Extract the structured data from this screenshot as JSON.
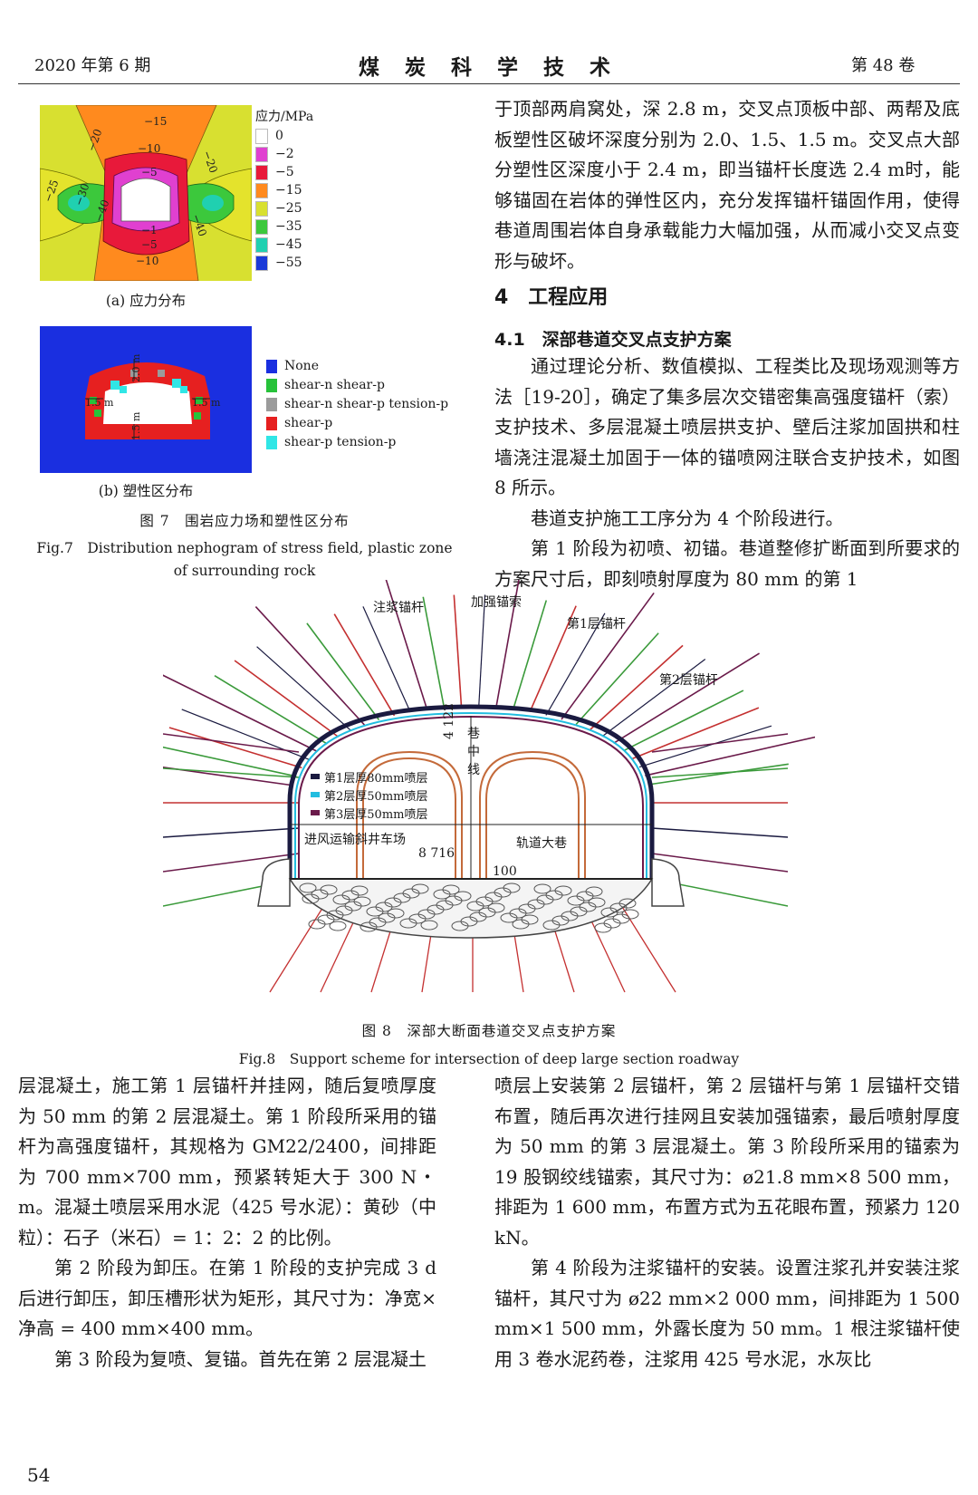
{
  "header": {
    "left": "2020 年第 6 期",
    "center": "煤 炭 科 学 技 术",
    "right": "第 48 卷"
  },
  "fig7": {
    "panel_a": {
      "caption": "(a) 应力分布",
      "legend_title": "应力/MPa",
      "legend": [
        {
          "value": "0",
          "color": "#ffffff"
        },
        {
          "value": "−2",
          "color": "#e040d0"
        },
        {
          "value": "−5",
          "color": "#e8193a"
        },
        {
          "value": "−15",
          "color": "#ff8a1e"
        },
        {
          "value": "−25",
          "color": "#d8e030"
        },
        {
          "value": "−35",
          "color": "#3cc83c"
        },
        {
          "value": "−45",
          "color": "#20d0b0"
        },
        {
          "value": "−55",
          "color": "#1a3ad8"
        }
      ],
      "contour_labels": [
        "−15",
        "−10",
        "−20",
        "−20",
        "−5",
        "−25",
        "−30",
        "−40",
        "−40",
        "−1",
        "−5",
        "−10"
      ]
    },
    "panel_b": {
      "caption": "(b) 塑性区分布",
      "legend": [
        {
          "label": "None",
          "color": "#1a2fe0"
        },
        {
          "label": "shear-n shear-p",
          "color": "#27c23a"
        },
        {
          "label": "shear-n shear-p tension-p",
          "color": "#9b9b9b"
        },
        {
          "label": "shear-p",
          "color": "#e62020"
        },
        {
          "label": "shear-p tension-p",
          "color": "#30e6e6"
        }
      ],
      "dim_labels": [
        "2.0 m",
        "1.5 m",
        "1.5 m",
        "1.5 m"
      ]
    },
    "caption_cn": "图 7　围岩应力场和塑性区分布",
    "caption_en_1": "Fig.7　Distribution nephogram of stress field, plastic zone",
    "caption_en_2": "of surrounding rock"
  },
  "right_column_top": {
    "p1": "于顶部两肩窝处，深 2.8 m，交叉点顶板中部、两帮及底板塑性区破坏深度分别为 2.0、1.5、1.5 m。交叉点大部分塑性区深度小于 2.4 m，即当锚杆长度选 2.4 m时，能够锚固在岩体的弹性区内，充分发挥锚杆锚固作用，使得巷道周围岩体自身承载能力大幅加强，从而减小交叉点变形与破坏。",
    "section_title": "4　工程应用",
    "subsection_title": "4.1　深部巷道交叉点支护方案",
    "p2": "通过理论分析、数值模拟、工程类比及现场观测等方法［19-20］，确定了集多层次交错密集高强度锚杆（索）支护技术、多层混凝土喷层拱支护、壁后注浆加固拱和柱墙浇注混凝土加固于一体的锚喷网注联合支护技术，如图 8 所示。",
    "p3": "巷道支护施工工序分为 4 个阶段进行。",
    "p4": "第 1 阶段为初喷、初锚。巷道整修扩断面到所要求的方案尺寸后，即刻喷射厚度为 80 mm 的第 1"
  },
  "fig8": {
    "labels": {
      "grout_bolt": "注浆锚杆",
      "cable": "加强锚索",
      "bolt1": "第1层锚杆",
      "bolt2": "第2层锚杆",
      "height": "4 122",
      "center_line": "巷中线",
      "layer1": "第1层厚80mm喷层",
      "layer2": "第2层厚50mm喷层",
      "layer3": "第3层厚50mm喷层",
      "left_road": "进风运输斜井车场",
      "width": "8 716",
      "right_road": "轨道大巷",
      "dim100": "100"
    },
    "caption_cn": "图 8　深部大断面巷道交叉点支护方案",
    "caption_en": "Fig.8　Support scheme for intersection of deep large section roadway"
  },
  "bottom_left": {
    "p1": "层混凝土，施工第 1 层锚杆并挂网，随后复喷厚度为 50 mm 的第 2 层混凝土。第 1 阶段所采用的锚杆为高强度锚杆，其规格为 GM22/2400，间排距为 700 mm×700 mm，预紧转矩大于 300 N・m。混凝土喷层采用水泥（425 号水泥）：黄砂（中粒）：石子（米石）= 1：2：2 的比例。",
    "p2": "第 2 阶段为卸压。在第 1 阶段的支护完成 3 d 后进行卸压，卸压槽形状为矩形，其尺寸为：净宽×净高 = 400 mm×400 mm。",
    "p3": "第 3 阶段为复喷、复锚。首先在第 2 层混凝土"
  },
  "bottom_right": {
    "p1": "喷层上安装第 2 层锚杆，第 2 层锚杆与第 1 层锚杆交错布置，随后再次进行挂网且安装加强锚索，最后喷射厚度为 50 mm 的第 3 层混凝土。第 3 阶段所采用的锚索为 19 股钢绞线锚索，其尺寸为：ø21.8 mm×8 500 mm，排距为 1 600 mm，布置方式为五花眼布置，预紧力 120 kN。",
    "p2": "第 4 阶段为注浆锚杆的安装。设置注浆孔并安装注浆锚杆，其尺寸为 ø22 mm×2 000 mm，间排距为 1 500 mm×1 500 mm，外露长度为 50 mm。1 根注浆锚杆使用 3 卷水泥药卷，注浆用 425 号水泥，水灰比"
  },
  "page_number": "54"
}
